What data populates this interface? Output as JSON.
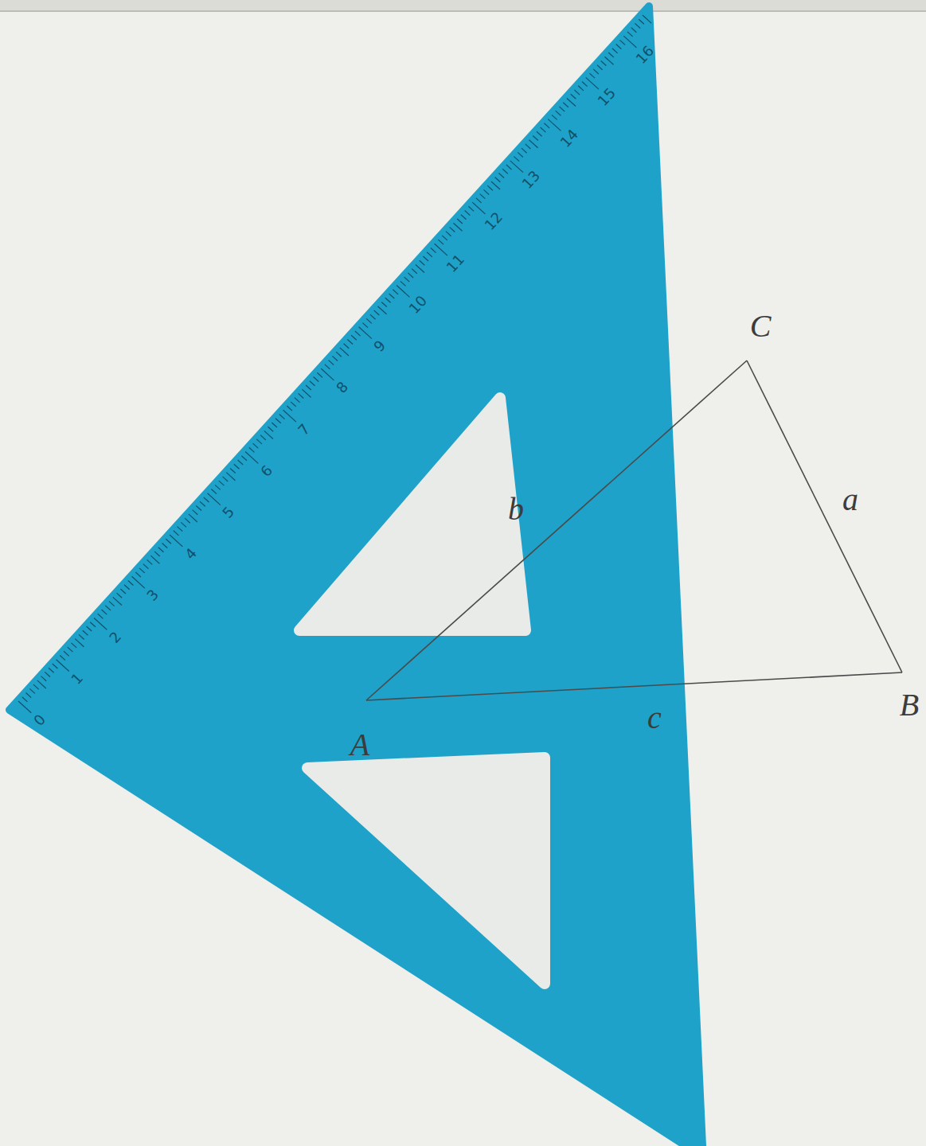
{
  "diagram": {
    "labels": [
      "0",
      "1",
      "2",
      "3",
      "4",
      "5",
      "6",
      "7",
      "8",
      "9",
      "10",
      "11",
      "12",
      "13",
      "14",
      "15",
      "16",
      "C",
      "a",
      "b",
      "c",
      "B",
      "A"
    ]
  }
}
